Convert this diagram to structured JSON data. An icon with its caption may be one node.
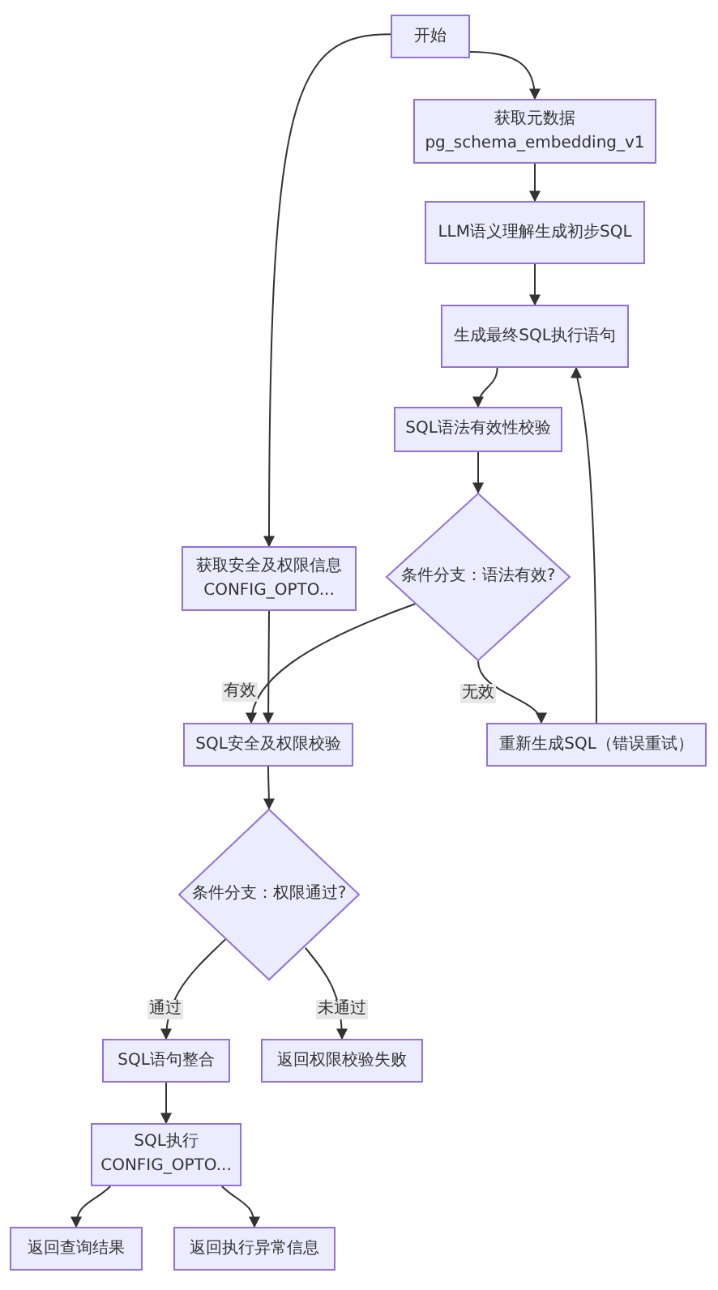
{
  "diagram": {
    "nodes": [
      {
        "text": [
          "开始"
        ]
      },
      {
        "text": [
          "获取元数据",
          "pg_schema_embedding_v1"
        ]
      },
      {
        "text": [
          "LLM语义理解生成初步SQL"
        ]
      },
      {
        "text": [
          "生成最终SQL执行语句"
        ]
      },
      {
        "text": [
          "SQL语法有效性校验"
        ]
      },
      {
        "text": [
          "条件分支：语法有效?"
        ]
      },
      {
        "text": [
          "获取安全及权限信息",
          "CONFIG_OPTO..."
        ]
      },
      {
        "text": [
          "SQL安全及权限校验"
        ]
      },
      {
        "text": [
          "重新生成SQL（错误重试）"
        ]
      },
      {
        "text": [
          "条件分支：权限通过?"
        ]
      },
      {
        "text": [
          "SQL语句整合"
        ]
      },
      {
        "text": [
          "返回权限校验失败"
        ]
      },
      {
        "text": [
          "SQL执行",
          "CONFIG_OPTO..."
        ]
      },
      {
        "text": [
          "返回查询结果"
        ]
      },
      {
        "text": [
          "返回执行异常信息"
        ]
      }
    ],
    "edges": [
      {
        "from": 0,
        "to": 1,
        "arrow": "to"
      },
      {
        "from": 0,
        "to": 6,
        "arrow": "to"
      },
      {
        "from": 1,
        "to": 2,
        "arrow": "to"
      },
      {
        "from": 2,
        "to": 3,
        "arrow": "to"
      },
      {
        "from": 3,
        "to": 4,
        "arrow": "to"
      },
      {
        "from": 4,
        "to": 5,
        "arrow": "to"
      },
      {
        "from": 5,
        "to": 7,
        "arrow": "to",
        "label": "有效"
      },
      {
        "from": 5,
        "to": 8,
        "arrow": "to",
        "label": "无效"
      },
      {
        "from": 8,
        "to": 3,
        "arrow": "to"
      },
      {
        "from": 6,
        "to": 7,
        "arrow": "to"
      },
      {
        "from": 7,
        "to": 9,
        "arrow": "to"
      },
      {
        "from": 9,
        "to": 10,
        "arrow": "to",
        "label": "通过"
      },
      {
        "from": 9,
        "to": 11,
        "arrow": "to",
        "label": "未通过"
      },
      {
        "from": 10,
        "to": 12,
        "arrow": "to"
      },
      {
        "from": 12,
        "to": 13,
        "arrow": "to"
      },
      {
        "from": 12,
        "to": 14,
        "arrow": "to"
      }
    ]
  }
}
